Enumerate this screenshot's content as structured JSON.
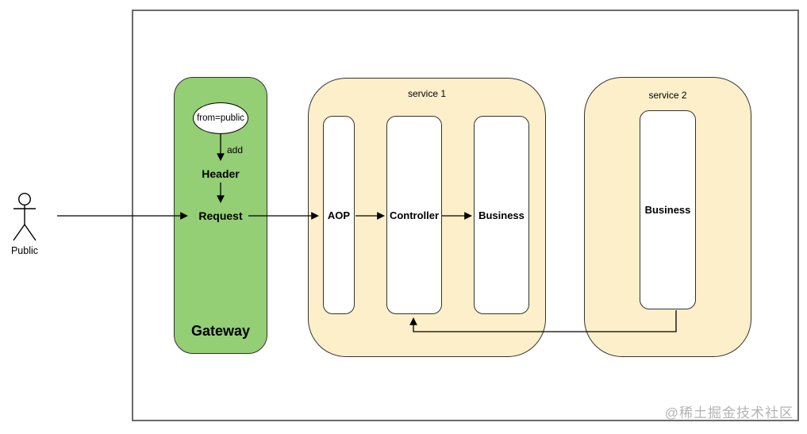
{
  "actor": {
    "label": "Public"
  },
  "gateway": {
    "title": "Gateway",
    "source_tag": "from=public",
    "add_edge_label": "add",
    "header_label": "Header",
    "request_label": "Request"
  },
  "service1": {
    "title": "service 1",
    "nodes": [
      "AOP",
      "Controller",
      "Business"
    ]
  },
  "service2": {
    "title": "service 2",
    "nodes": [
      "Business"
    ]
  },
  "connections": [
    {
      "from": "Public",
      "to": "Request"
    },
    {
      "from": "from=public",
      "to": "Header",
      "label": "add"
    },
    {
      "from": "Header",
      "to": "Request"
    },
    {
      "from": "Request",
      "to": "AOP"
    },
    {
      "from": "AOP",
      "to": "Controller"
    },
    {
      "from": "Controller",
      "to": "Business"
    },
    {
      "from": "service2.Business",
      "to": "Controller"
    }
  ],
  "watermark": "@稀土掘金技术社区",
  "colors": {
    "gateway_fill": "#94CE75",
    "service_fill": "#FCEFC9",
    "node_fill": "#FFFFFF",
    "shape_border": "#333333",
    "border_outer": "#6B6B6B",
    "watermark_color": "#B3B3B3"
  }
}
